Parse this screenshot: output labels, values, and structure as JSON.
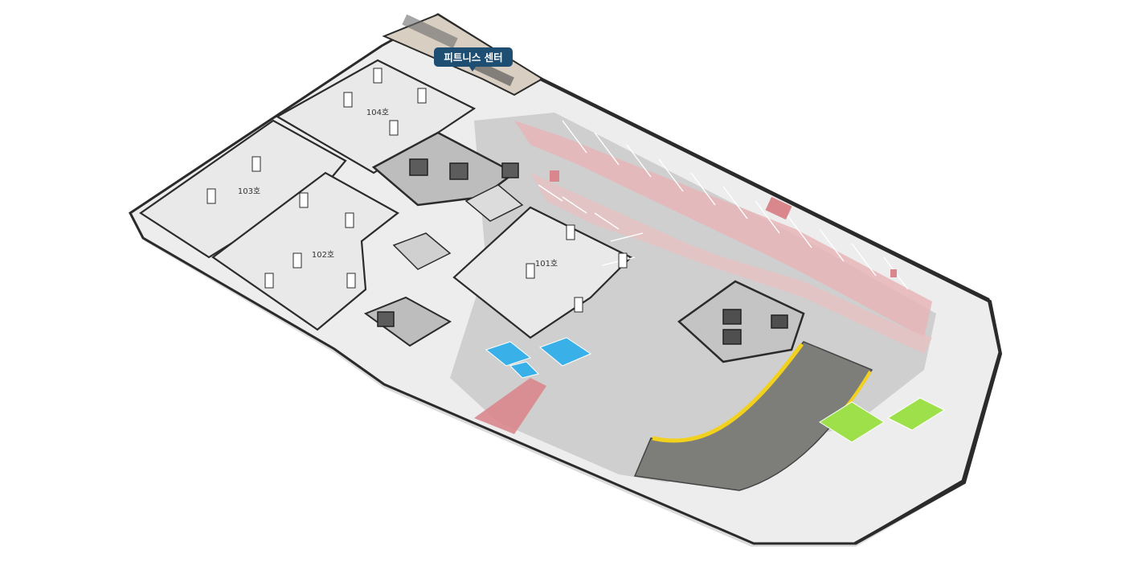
{
  "floor_plan": {
    "tag": {
      "label": "피트니스 센터"
    },
    "rooms": [
      {
        "id": "104",
        "label": "104호"
      },
      {
        "id": "103",
        "label": "103호"
      },
      {
        "id": "102",
        "label": "102호"
      },
      {
        "id": "101",
        "label": "101호"
      }
    ],
    "colors": {
      "wall": "#2b2b2b",
      "wall_top": "#f4f4f4",
      "room_floor": "#e9e9e9",
      "corridor_floor": "#cfcfcf",
      "parking_accent": "#d9868c",
      "accessible_spot": "#3ab0e8",
      "ev_spot": "#9ee04a",
      "ramp": "#7d7d79",
      "ramp_edge": "#f2d11e",
      "tag_bg": "#1f4e73"
    }
  }
}
